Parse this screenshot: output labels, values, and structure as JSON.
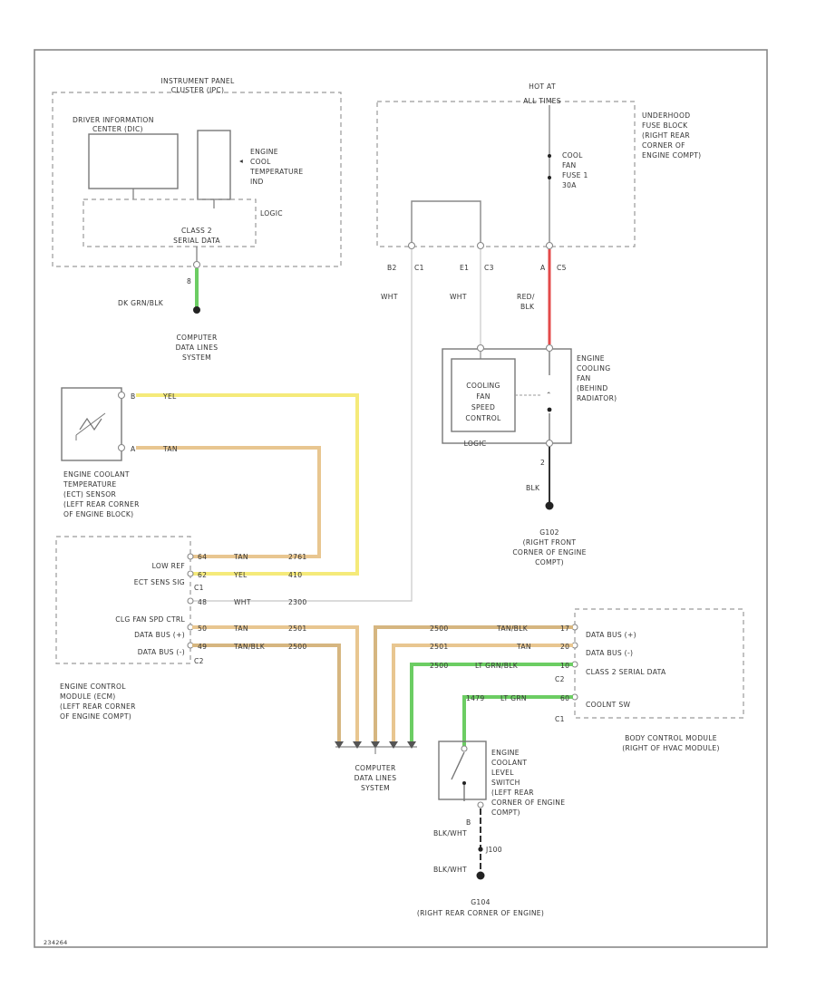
{
  "colors": {
    "yellow": "#f5ea7a",
    "tan": "#e8c690",
    "tan_blk": "#d6b680",
    "green": "#6ccd63",
    "red": "#e34a4a",
    "white": "#cfcfcf",
    "black": "#333333",
    "frame": "#888888"
  },
  "ipc": {
    "title_l1": "INSTRUMENT PANEL",
    "title_l2": "CLUSTER (IPC)",
    "dic_l1": "DRIVER INFORMATION",
    "dic_l2": "CENTER (DIC)",
    "ect_label_l1": "ENGINE",
    "ect_label_l2": "COOL",
    "ect_label_l3": "TEMPERATURE",
    "ect_label_l4": "IND",
    "logic": "LOGIC",
    "serial_l1": "CLASS 2",
    "serial_l2": "SERIAL DATA",
    "pin": "8",
    "wire": "DK GRN/BLK"
  },
  "cdl_top": {
    "l1": "COMPUTER",
    "l2": "DATA LINES",
    "l3": "SYSTEM"
  },
  "fuse_block": {
    "hot_l1": "HOT AT",
    "hot_l2": "ALL TIMES",
    "fuse_l1": "COOL",
    "fuse_l2": "FAN",
    "fuse_l3": "FUSE 1",
    "fuse_l4": "30A",
    "label_l1": "UNDERHOOD",
    "label_l2": "FUSE BLOCK",
    "label_l3": "(RIGHT REAR",
    "label_l4": "CORNER OF",
    "label_l5": "ENGINE COMPT)",
    "pin1": "B2",
    "pin1_conn": "C1",
    "pin2": "E1",
    "pin2_conn": "C3",
    "pin3": "A",
    "pin3_conn": "C5",
    "wire1": "WHT",
    "wire2": "WHT",
    "wire3_l1": "RED/",
    "wire3_l2": "BLK"
  },
  "fan": {
    "inner_l1": "COOLING",
    "inner_l2": "FAN",
    "inner_l3": "SPEED",
    "inner_l4": "CONTROL",
    "logic": "LOGIC",
    "label_l1": "ENGINE",
    "label_l2": "COOLING",
    "label_l3": "FAN",
    "label_l4": "(BEHIND",
    "label_l5": "RADIATOR)",
    "pin_b": "2",
    "wire_b": "BLK",
    "ground": "G102",
    "ground_l1": "(RIGHT FRONT",
    "ground_l2": "CORNER OF ENGINE",
    "ground_l3": "COMPT)"
  },
  "ect_sensor": {
    "pin_a": "B",
    "pin_b": "A",
    "wire_a": "YEL",
    "wire_b": "TAN",
    "label_l1": "ENGINE COOLANT",
    "label_l2": "TEMPERATURE",
    "label_l3": "(ECT) SENSOR",
    "label_l4": "(LEFT REAR CORNER",
    "label_l5": "OF ENGINE BLOCK)"
  },
  "ecm": {
    "row1_label": "LOW REF",
    "row1_pin": "64",
    "row1_wire": "TAN",
    "row1_circ": "2761",
    "row2_label": "ECT SENS SIG",
    "row2_pin": "62",
    "row2_wire": "YEL",
    "row2_circ": "410",
    "conn1": "C1",
    "row3_pin": "48",
    "row3_wire": "WHT",
    "row3_circ": "2300",
    "row4_label": "CLG FAN SPD CTRL",
    "row5_label": "DATA BUS (+)",
    "row5_pin": "50",
    "row5_wire": "TAN",
    "row5_circ": "2501",
    "row6_label": "DATA BUS (-)",
    "row6_pin": "49",
    "row6_wire": "TAN/BLK",
    "row6_circ": "2500",
    "conn2": "C2",
    "label_l1": "ENGINE CONTROL",
    "label_l2": "MODULE (ECM)",
    "label_l3": "(LEFT REAR CORNER",
    "label_l4": "OF ENGINE COMPT)"
  },
  "bcm": {
    "row1_circ": "2500",
    "row1_wire": "TAN/BLK",
    "row1_pin": "17",
    "row1_label": "DATA BUS (+)",
    "row2_circ": "2501",
    "row2_wire": "TAN",
    "row2_pin": "20",
    "row2_label": "DATA BUS (-)",
    "row3_circ": "2500",
    "row3_wire": "LT GRN/BLK",
    "row3_pin": "10",
    "row3_label": "CLASS 2 SERIAL DATA",
    "conn2": "C2",
    "row4_circ": "1479",
    "row4_wire": "LT GRN",
    "row4_pin": "60",
    "row4_label": "COOLNT SW",
    "conn1": "C1",
    "label_l1": "BODY CONTROL MODULE",
    "label_l2": "(RIGHT OF HVAC MODULE)"
  },
  "cdl_bottom": {
    "l1": "COMPUTER",
    "l2": "DATA LINES",
    "l3": "SYSTEM"
  },
  "level_switch": {
    "label_l1": "ENGINE",
    "label_l2": "COOLANT",
    "label_l3": "LEVEL",
    "label_l4": "SWITCH",
    "label_l5": "(LEFT REAR",
    "label_l6": "CORNER OF ENGINE",
    "label_l7": "COMPT)",
    "pin_b": "B",
    "wire1": "BLK/WHT",
    "splice": "J100",
    "wire2": "BLK/WHT",
    "ground": "G104",
    "ground_l1": "(RIGHT REAR CORNER OF ENGINE)"
  },
  "figure_id": "234264"
}
